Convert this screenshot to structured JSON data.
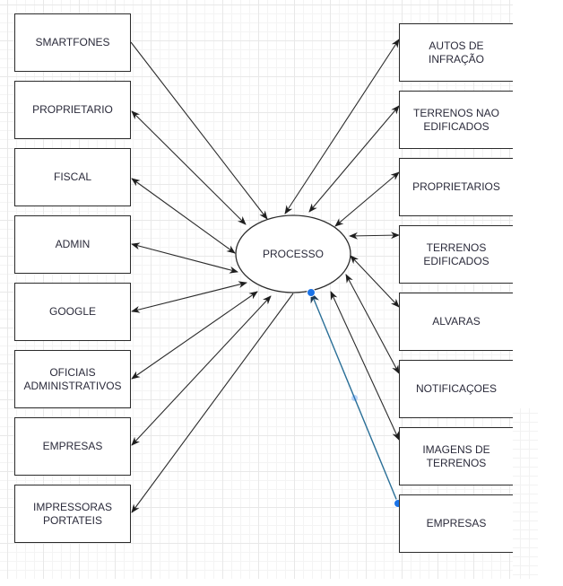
{
  "diagram": {
    "center": {
      "label": "PROCESSO"
    },
    "left_nodes": [
      {
        "id": "smartfones",
        "label": "SMARTFONES",
        "arrow": "to-center"
      },
      {
        "id": "proprietario",
        "label": "PROPRIETARIO",
        "arrow": "both"
      },
      {
        "id": "fiscal",
        "label": "FISCAL",
        "arrow": "both"
      },
      {
        "id": "admin",
        "label": "ADMIN",
        "arrow": "both"
      },
      {
        "id": "google",
        "label": "GOOGLE",
        "arrow": "both"
      },
      {
        "id": "oficiais",
        "label": "OFICIAIS\nADMINISTRATIVOS",
        "arrow": "both"
      },
      {
        "id": "empresas-left",
        "label": "EMPRESAS",
        "arrow": "both"
      },
      {
        "id": "impressoras",
        "label": "IMPRESSORAS\nPORTATEIS",
        "arrow": "to-node"
      }
    ],
    "right_nodes": [
      {
        "id": "autos",
        "label": "AUTOS DE\nINFRAÇÃO",
        "arrow": "both"
      },
      {
        "id": "terrenos-nao",
        "label": "TERRENOS NAO\nEDIFICADOS",
        "arrow": "both"
      },
      {
        "id": "proprietarios",
        "label": "PROPRIETARIOS",
        "arrow": "both"
      },
      {
        "id": "terrenos-ed",
        "label": "TERRENOS\nEDIFICADOS",
        "arrow": "both"
      },
      {
        "id": "alvaras",
        "label": "ALVARAS",
        "arrow": "both"
      },
      {
        "id": "notificacoes",
        "label": "NOTIFICAÇOES",
        "arrow": "both"
      },
      {
        "id": "imagens",
        "label": "IMAGENS DE\nTERRENOS",
        "arrow": "both"
      },
      {
        "id": "empresas-right",
        "label": "EMPRESAS",
        "arrow": "to-center",
        "selected": true
      }
    ],
    "colors": {
      "edge": "#2b2b2b",
      "selected_edge": "#2a6f97",
      "handle": "#1a73e8"
    }
  }
}
